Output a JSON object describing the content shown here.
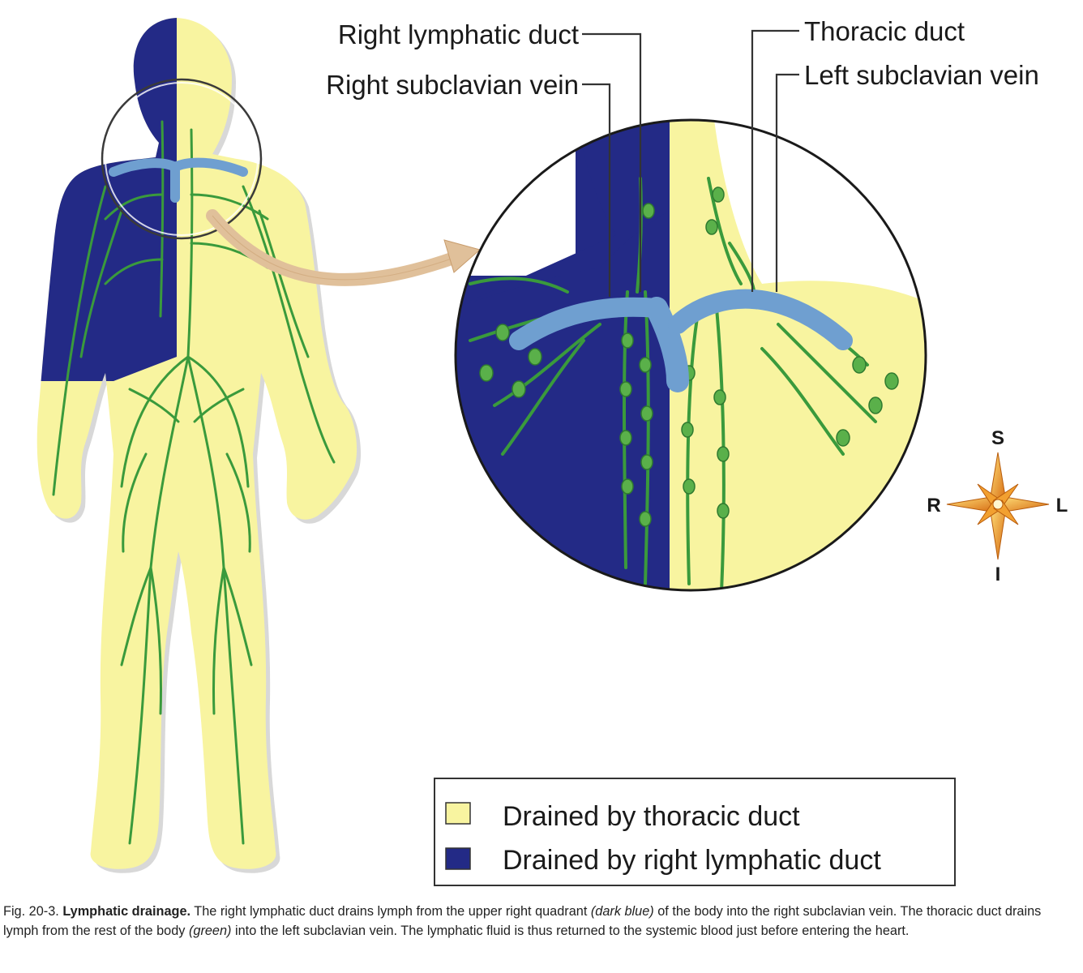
{
  "labels": {
    "right_lymphatic_duct": "Right lymphatic duct",
    "right_subclavian_vein": "Right subclavian vein",
    "thoracic_duct": "Thoracic duct",
    "left_subclavian_vein": "Left subclavian vein"
  },
  "compass": {
    "superior": "S",
    "inferior": "I",
    "right": "R",
    "left": "L"
  },
  "legend": {
    "items": [
      {
        "label": "Drained by thoracic duct",
        "color": "#f8f4a0"
      },
      {
        "label": "Drained by right lymphatic duct",
        "color": "#232a86"
      }
    ]
  },
  "caption": {
    "fig_number": "Fig. 20-3.",
    "title": "Lymphatic drainage.",
    "text_1": "The right lymphatic duct drains lymph from the upper right quadrant",
    "em_1": "(dark blue)",
    "text_2": "of the body into the right subclavian vein. The thoracic duct drains lymph from the rest of the body",
    "em_2": "(green)",
    "text_3": "into the left subclavian vein. The lymphatic fluid is thus returned to the systemic blood just before entering the heart."
  },
  "colors": {
    "yellow_region": "#f8f4a0",
    "blue_region": "#232a86",
    "lymph_green": "#3a9a3c",
    "vein_blue": "#6f9fd0",
    "arrow": "#e0c09a"
  }
}
